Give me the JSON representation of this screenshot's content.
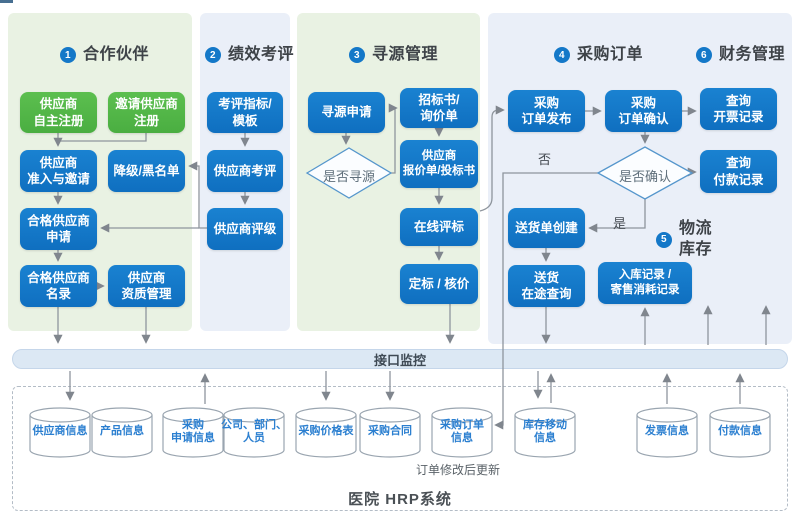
{
  "sections": [
    {
      "num": "1",
      "title": "合作伙伴"
    },
    {
      "num": "2",
      "title": "绩效考评"
    },
    {
      "num": "3",
      "title": "寻源管理"
    },
    {
      "num": "4",
      "title": "采购订单"
    },
    {
      "num": "5",
      "title": "物流\n库存"
    },
    {
      "num": "6",
      "title": "财务管理"
    }
  ],
  "boxes": {
    "supplier_self_register": "供应商\n自主注册",
    "invite_supplier_register": "邀请供应商\n注册",
    "supplier_access": "供应商\n准入与邀请",
    "downgrade_blacklist": "降级/黑名单",
    "qualified_supplier_apply": "合格供应商\n申请",
    "qualified_supplier_list": "合格供应商\n名录",
    "supplier_qualification": "供应商\n资质管理",
    "kpi_template": "考评指标/\n模板",
    "supplier_review": "供应商考评",
    "supplier_rating": "供应商评级",
    "sourcing_request": "寻源申请",
    "tender_inquiry": "招标书/\n询价单",
    "supplier_quote_bid": "供应商\n报价单/投标书",
    "online_bid_eval": "在线评标",
    "award_pricing": "定标 / 核价",
    "po_publish": "采购\n订单发布",
    "po_confirm": "采购\n订单确认",
    "delivery_note_create": "送货单创建",
    "delivery_transit_query": "送货\n在途查询",
    "inbound_consign_records": "入库记录 /\n寄售消耗记录",
    "query_invoice_records": "查询\n开票记录",
    "query_payment_records": "查询\n付款记录"
  },
  "decisions": {
    "is_sourcing": "是否寻源",
    "is_confirmed": "是否确认"
  },
  "labels": {
    "no": "否",
    "yes": "是",
    "order_update_note": "订单修改后更新"
  },
  "interface_bar": {
    "label": "接口监控"
  },
  "hrp_system": {
    "label": "医院 HRP系统"
  },
  "databases": [
    "供应商信息",
    "产品信息",
    "采购\n申请信息",
    "公司、部门、\n人员",
    "采购价格表",
    "采购合同",
    "采购订单\n信息",
    "库存移动\n信息",
    "发票信息",
    "付款信息"
  ],
  "colors": {
    "box_green": "#4aae41",
    "box_blue": "#0f6fc0",
    "panel_green": "#e9f2e3",
    "panel_blue": "#eaeff8",
    "badge_blue": "#1478c8",
    "line_grey": "#8e959d",
    "db_text_blue": "#2b7fd0"
  }
}
